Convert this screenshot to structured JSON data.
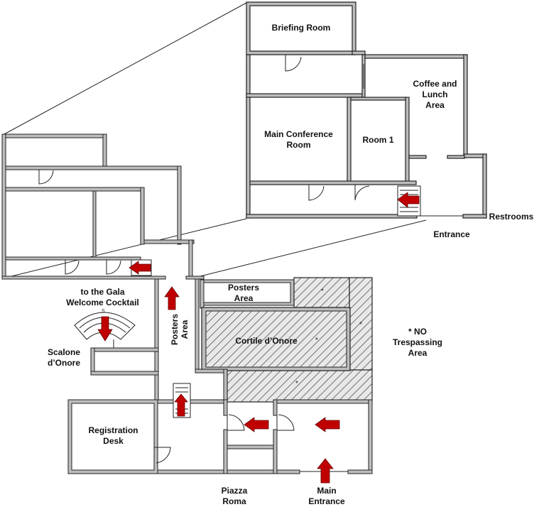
{
  "rooms": {
    "briefing_room": "Briefing Room",
    "coffee_lunch": "Coffee and\nLunch\nArea",
    "main_conference": "Main Conference\nRoom",
    "room1": "Room 1",
    "restrooms": "Restrooms",
    "entrance": "Entrance",
    "gala": "to the Gala\nWelcome Cocktail",
    "posters_area_room": "Posters\nArea",
    "posters_area_corridor": "Posters\nArea",
    "cortile": "Cortile d’Onore",
    "no_trespassing": "* NO\nTrespassing\nArea",
    "scalone": "Scalone\nd’Onore",
    "registration": "Registration\nDesk",
    "piazza": "Piazza\nRoma",
    "main_entrance": "Main\nEntrance",
    "star": "*"
  },
  "colors": {
    "wall": "#7a7a7a",
    "wall_outline": "#222222",
    "arrow": "#c00000",
    "hatch": "#555555",
    "hatch_fill": "#e6e6e6"
  },
  "icons": {
    "arrow": "red-direction-arrow-icon",
    "stairs": "staircase-icon",
    "door": "door-swing-icon"
  }
}
